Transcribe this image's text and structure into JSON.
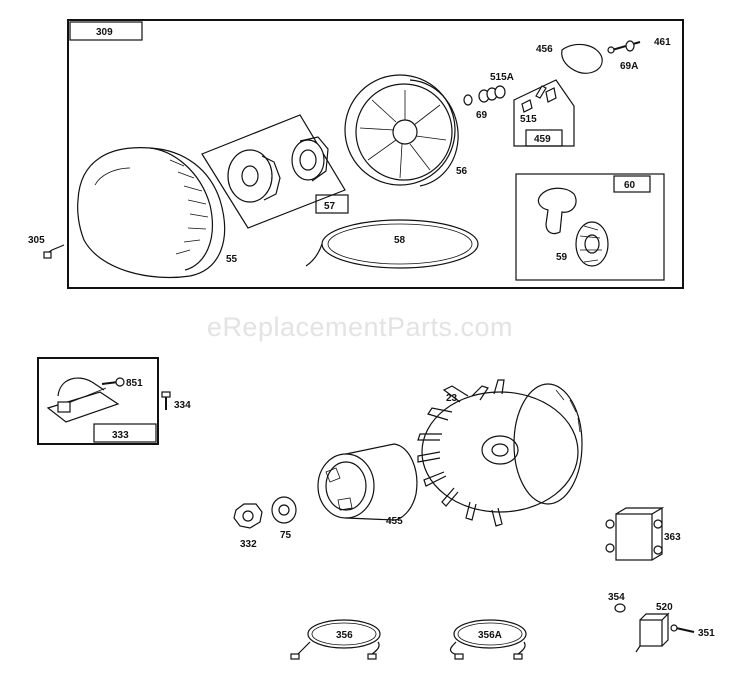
{
  "watermark": "eReplacementParts.com",
  "labels": {
    "p309": "309",
    "p305": "305",
    "p55": "55",
    "p57": "57",
    "p56": "56",
    "p58": "58",
    "p69": "69",
    "p515A": "515A",
    "p515": "515",
    "p459": "459",
    "p456": "456",
    "p461": "461",
    "p69A": "69A",
    "p60": "60",
    "p59": "59",
    "p851": "851",
    "p334": "334",
    "p333": "333",
    "p23": "23",
    "p455": "455",
    "p332": "332",
    "p75": "75",
    "p363": "363",
    "p354": "354",
    "p520": "520",
    "p351": "351",
    "p356": "356",
    "p356A": "356A"
  }
}
